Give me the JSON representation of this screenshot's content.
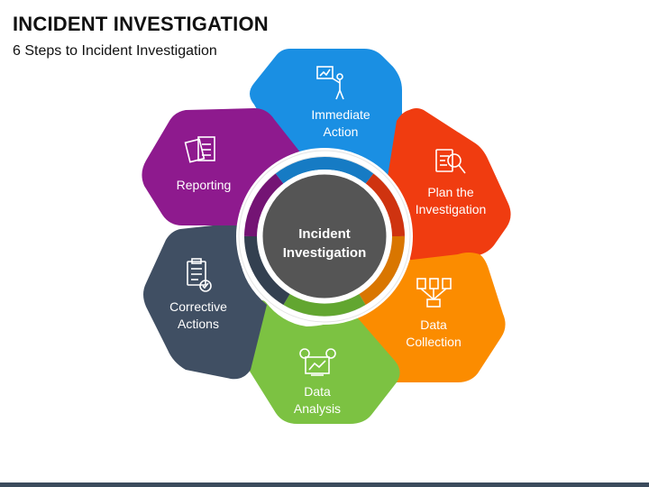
{
  "header": {
    "title": "INCIDENT INVESTIGATION",
    "subtitle": "6 Steps to Incident Investigation"
  },
  "center": {
    "line1": "Incident",
    "line2": "Investigation",
    "color": "#555555"
  },
  "steps": [
    {
      "id": "immediate-action",
      "line1": "Immediate",
      "line2": "Action",
      "color": "#1a8fe3",
      "icon": "presentation-person-icon"
    },
    {
      "id": "plan-the-investigation",
      "line1": "Plan the",
      "line2": "Investigation",
      "color": "#f03c10",
      "icon": "document-magnifier-icon"
    },
    {
      "id": "data-collection",
      "line1": "Data",
      "line2": "Collection",
      "color": "#fb8c00",
      "icon": "data-network-icon"
    },
    {
      "id": "data-analysis",
      "line1": "Data",
      "line2": "Analysis",
      "color": "#7cc242",
      "icon": "analytics-screen-icon"
    },
    {
      "id": "corrective-actions",
      "line1": "Corrective",
      "line2": "Actions",
      "color": "#404f63",
      "icon": "checklist-icon"
    },
    {
      "id": "reporting",
      "line1": "Reporting",
      "line2": "",
      "color": "#8e1a8e",
      "icon": "reports-icon"
    }
  ]
}
